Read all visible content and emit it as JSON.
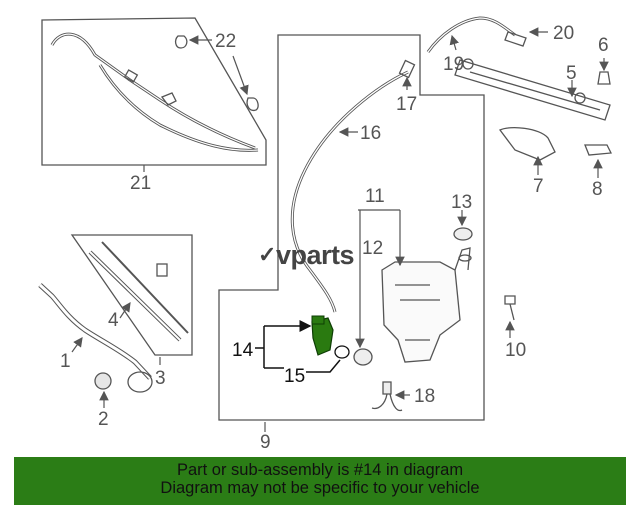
{
  "logo": {
    "text": "vparts",
    "mark_icon": "checkmark-logo"
  },
  "callouts": {
    "c1": "1",
    "c2": "2",
    "c3": "3",
    "c4": "4",
    "c5": "5",
    "c6": "6",
    "c7": "7",
    "c8": "8",
    "c9": "9",
    "c10": "10",
    "c11": "11",
    "c12": "12",
    "c13": "13",
    "c14": "14",
    "c15": "15",
    "c16": "16",
    "c17": "17",
    "c18": "18",
    "c19": "19",
    "c20": "20",
    "c21": "21",
    "c22": "22"
  },
  "banner": {
    "line1": "Part or sub-assembly is #14 in diagram",
    "line2": "Diagram may not be specific to your vehicle",
    "color": "#2b7d16"
  },
  "highlight_color": "#2a7a10"
}
